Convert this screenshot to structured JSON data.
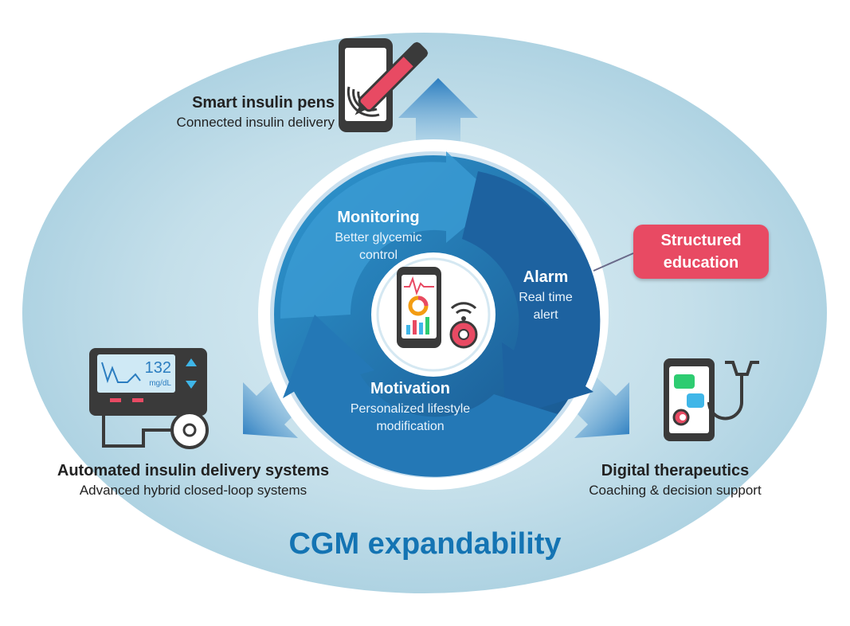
{
  "diagram_title": "CGM expandability",
  "cycle": {
    "monitoring": {
      "title": "Monitoring",
      "subtitle": "Better glycemic control"
    },
    "alarm": {
      "title": "Alarm",
      "subtitle": "Real time alert"
    },
    "motivation": {
      "title": "Motivation",
      "subtitle": "Personalized lifestyle modification"
    }
  },
  "outer": {
    "insulin_pens": {
      "title": "Smart insulin pens",
      "subtitle": "Connected insulin delivery"
    },
    "structured_education": {
      "title": "Structured\neducation"
    },
    "aid_systems": {
      "title": "Automated insulin delivery systems",
      "subtitle": "Advanced hybrid closed-loop systems"
    },
    "digital_therapeutics": {
      "title": "Digital therapeutics",
      "subtitle": "Coaching & decision support"
    }
  },
  "pump_display": {
    "value": "132",
    "unit": "mg/dL"
  },
  "colors": {
    "outer_ellipse": "#bcd9e6",
    "cycle_dark": "#1c5c97",
    "cycle_light": "#2a8bc7",
    "badge": "#e84a63",
    "title_blue": "#1474b3"
  },
  "icons": [
    "smartphone-pen-icon",
    "insulin-pump-icon",
    "telemedicine-phone-icon",
    "cgm-phone-sensor-icon"
  ]
}
